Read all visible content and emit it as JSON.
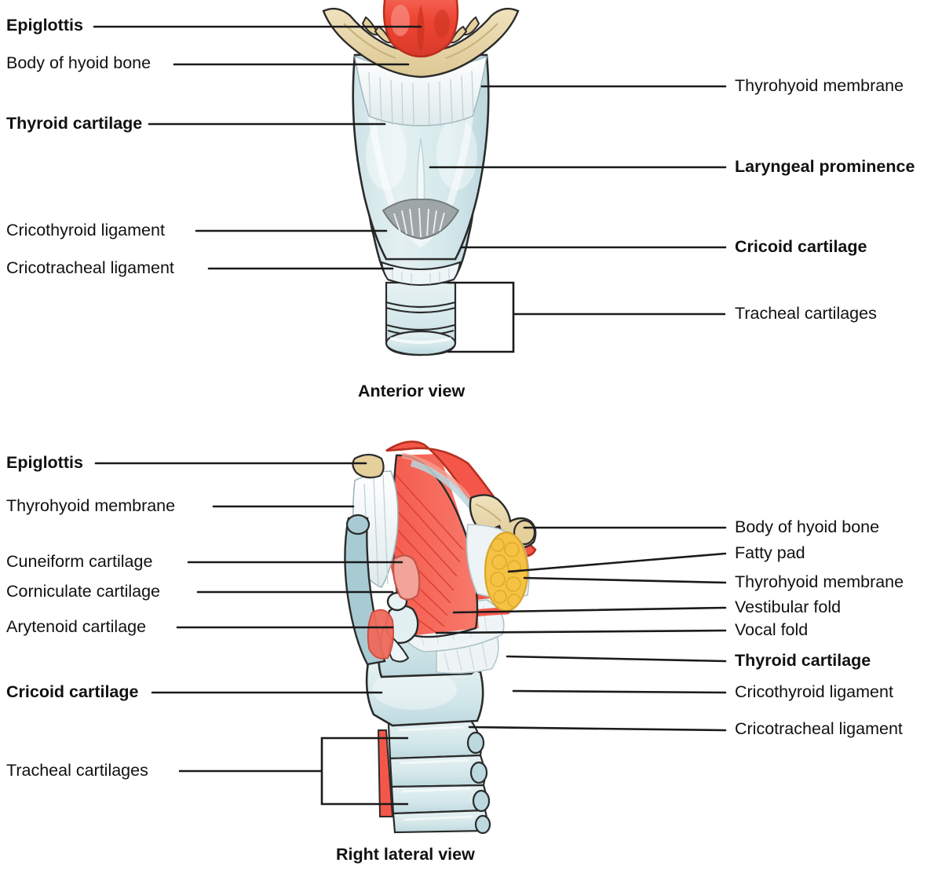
{
  "figure": {
    "subject": "larynx-anatomy",
    "panels": [
      {
        "id": "anterior",
        "caption": "Anterior view",
        "labels_left": [
          {
            "text": "Epiglottis",
            "bold": true
          },
          {
            "text": "Body of hyoid bone",
            "bold": false
          },
          {
            "text": "Thyroid cartilage",
            "bold": true
          },
          {
            "text": "Cricothyroid ligament",
            "bold": false
          },
          {
            "text": "Cricotracheal ligament",
            "bold": false
          }
        ],
        "labels_right": [
          {
            "text": "Thyrohyoid membrane",
            "bold": false
          },
          {
            "text": "Laryngeal prominence",
            "bold": true
          },
          {
            "text": "Cricoid cartilage",
            "bold": true
          },
          {
            "text": "Tracheal cartilages",
            "bold": false
          }
        ]
      },
      {
        "id": "right-lateral",
        "caption": "Right lateral view",
        "labels_left": [
          {
            "text": "Epiglottis",
            "bold": true
          },
          {
            "text": "Thyrohyoid membrane",
            "bold": false
          },
          {
            "text": "Cuneiform cartilage",
            "bold": false
          },
          {
            "text": "Corniculate cartilage",
            "bold": false
          },
          {
            "text": "Arytenoid cartilage",
            "bold": false
          },
          {
            "text": "Cricoid cartilage",
            "bold": true
          },
          {
            "text": "Tracheal cartilages",
            "bold": false
          }
        ],
        "labels_right": [
          {
            "text": "Body of hyoid bone",
            "bold": false
          },
          {
            "text": "Fatty pad",
            "bold": false
          },
          {
            "text": "Thyrohyoid membrane",
            "bold": false
          },
          {
            "text": "Vestibular fold",
            "bold": false
          },
          {
            "text": "Vocal fold",
            "bold": false
          },
          {
            "text": "Thyroid cartilage",
            "bold": true
          },
          {
            "text": "Cricothyroid ligament",
            "bold": false
          },
          {
            "text": "Cricotracheal ligament",
            "bold": false
          }
        ]
      }
    ]
  },
  "colors": {
    "background": "#ffffff",
    "text": "#111111",
    "leader_line": "#1a1a1a",
    "cartilage_pale_blue": "#dceaec",
    "cartilage_mid_blue": "#c4dde2",
    "cartilage_deep_blue": "#a8cbd3",
    "cartilage_outline": "#2b2b2b",
    "membrane_white": "#eef4f5",
    "bone_tan": "#e8d5a8",
    "bone_tan_dark": "#d2b97f",
    "epiglottis_red": "#ee4433",
    "muscle_red": "#f4574a",
    "muscle_red_light": "#f78b80",
    "fatty_pad_yellow": "#f5c243",
    "fatty_pad_outline": "#e0a832",
    "cartilage_grey": "#9fa6a8"
  }
}
